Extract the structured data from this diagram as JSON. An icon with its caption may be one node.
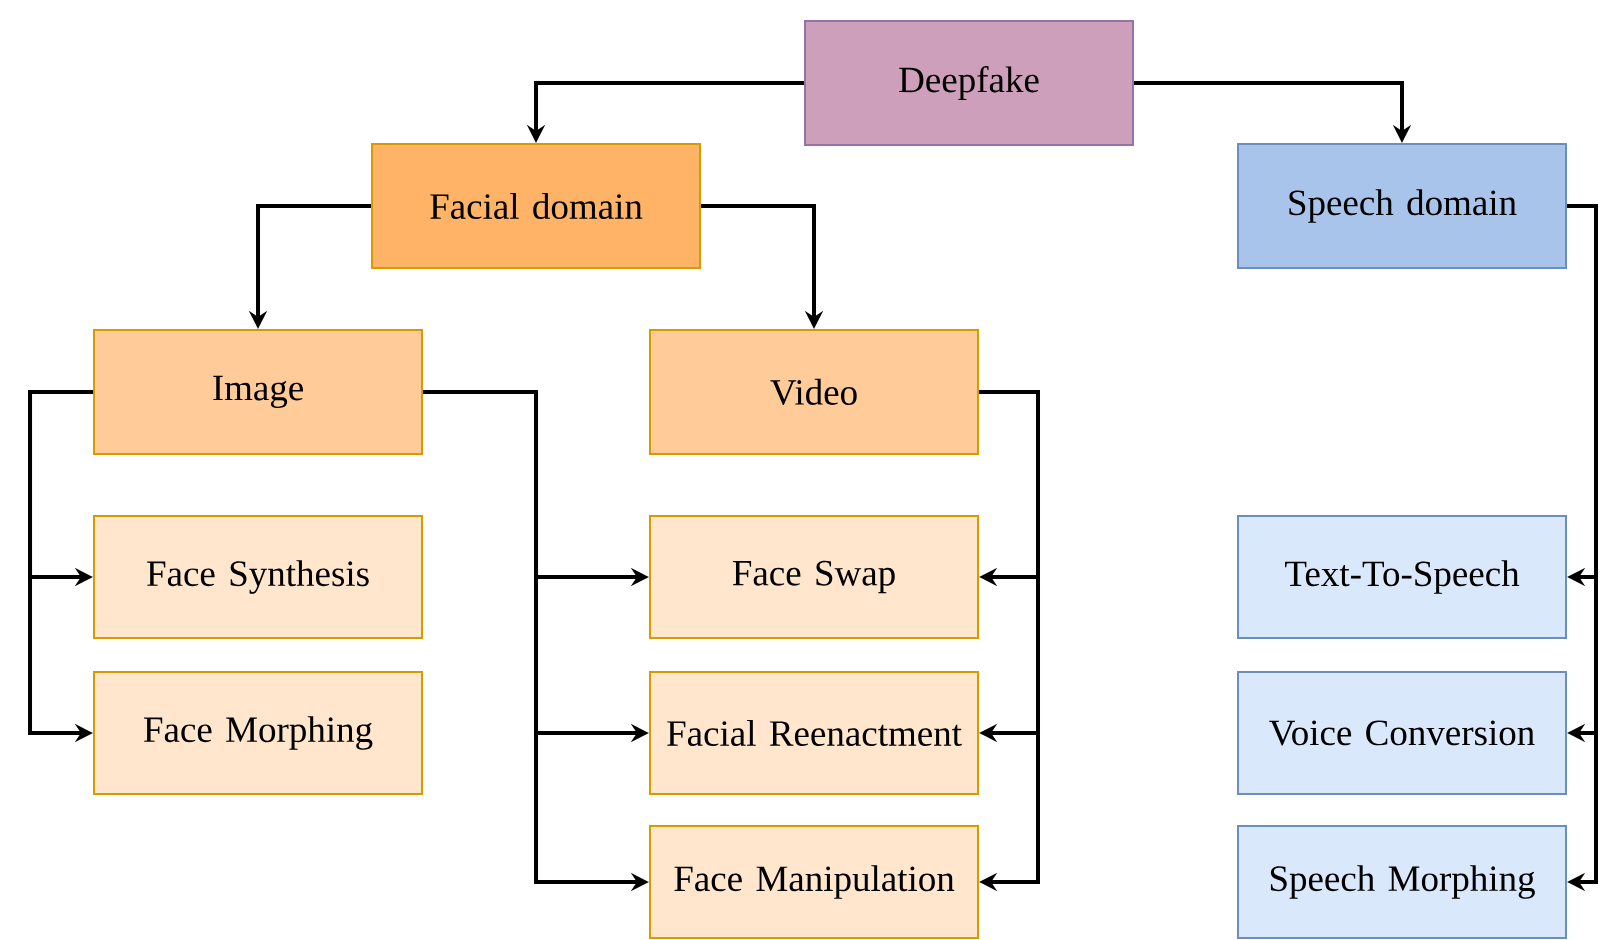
{
  "diagram": {
    "nodes": [
      {
        "text": [
          "Deepfake"
        ]
      },
      {
        "text": [
          "Facial domain"
        ]
      },
      {
        "text": [
          "Speech domain"
        ]
      },
      {
        "text": [
          "Image"
        ]
      },
      {
        "text": [
          "Video"
        ]
      },
      {
        "text": [
          "Face Synthesis"
        ]
      },
      {
        "text": [
          "Face Morphing"
        ]
      },
      {
        "text": [
          "Face Swap"
        ]
      },
      {
        "text": [
          "Facial Reenactment"
        ]
      },
      {
        "text": [
          "Face Manipulation"
        ]
      },
      {
        "text": [
          "Text-To-Speech"
        ]
      },
      {
        "text": [
          "Voice Conversion"
        ]
      },
      {
        "text": [
          "Speech Morphing"
        ]
      }
    ],
    "edges": [
      {
        "from": 0,
        "to": 1,
        "arrow": "to"
      },
      {
        "from": 0,
        "to": 2,
        "arrow": "to"
      },
      {
        "from": 1,
        "to": 3,
        "arrow": "to"
      },
      {
        "from": 1,
        "to": 4,
        "arrow": "to"
      },
      {
        "from": 3,
        "to": 5,
        "arrow": "to"
      },
      {
        "from": 3,
        "to": 6,
        "arrow": "to"
      },
      {
        "from": 3,
        "to": 7,
        "arrow": "to"
      },
      {
        "from": 3,
        "to": 8,
        "arrow": "to"
      },
      {
        "from": 3,
        "to": 9,
        "arrow": "to"
      },
      {
        "from": 4,
        "to": 7,
        "arrow": "to"
      },
      {
        "from": 4,
        "to": 8,
        "arrow": "to"
      },
      {
        "from": 4,
        "to": 9,
        "arrow": "to"
      },
      {
        "from": 2,
        "to": 10,
        "arrow": "to"
      },
      {
        "from": 2,
        "to": 11,
        "arrow": "to"
      },
      {
        "from": 2,
        "to": 12,
        "arrow": "to"
      }
    ]
  }
}
